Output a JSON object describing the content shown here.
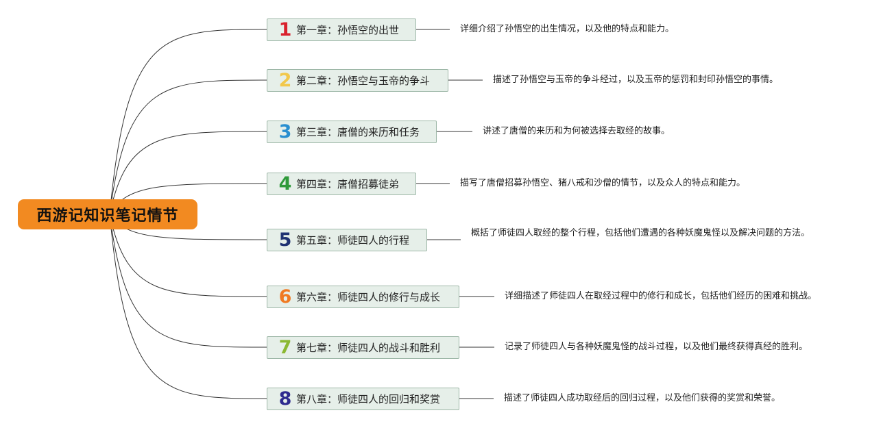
{
  "root": {
    "title": "西游记知识笔记情节"
  },
  "chapters": [
    {
      "num": "1",
      "color": "#d9202c",
      "title": "第一章：孙悟空的出世",
      "desc": "详细介绍了孙悟空的出生情况，以及他的特点和能力。"
    },
    {
      "num": "2",
      "color": "#f2c84b",
      "title": "第二章：孙悟空与玉帝的争斗",
      "desc": "描述了孙悟空与玉帝的争斗经过，以及玉帝的惩罚和封印孙悟空的事情。"
    },
    {
      "num": "3",
      "color": "#2a8fd0",
      "title": "第三章：唐僧的来历和任务",
      "desc": "讲述了唐僧的来历和为何被选择去取经的故事。"
    },
    {
      "num": "4",
      "color": "#2f9a3a",
      "title": "第四章：唐僧招募徒弟",
      "desc": "描写了唐僧招募孙悟空、猪八戒和沙僧的情节，以及众人的特点和能力。"
    },
    {
      "num": "5",
      "color": "#1f3172",
      "title": "第五章：师徒四人的行程",
      "desc": "概括了师徒四人取经的整个行程，包括他们遭遇的各种妖魔鬼怪以及解决问题的方法。"
    },
    {
      "num": "6",
      "color": "#f07a22",
      "title": "第六章：师徒四人的修行与成长",
      "desc": "详细描述了师徒四人在取经过程中的修行和成长，包括他们经历的困难和挑战。"
    },
    {
      "num": "7",
      "color": "#8bb832",
      "title": "第七章：师徒四人的战斗和胜利",
      "desc": "记录了师徒四人与各种妖魔鬼怪的战斗过程，以及他们最终获得真经的胜利。"
    },
    {
      "num": "8",
      "color": "#2e2b8f",
      "title": "第八章：师徒四人的回归和奖赏",
      "desc": "描述了师徒四人成功取经后的回归过程，以及他们获得的奖赏和荣誉。"
    }
  ]
}
